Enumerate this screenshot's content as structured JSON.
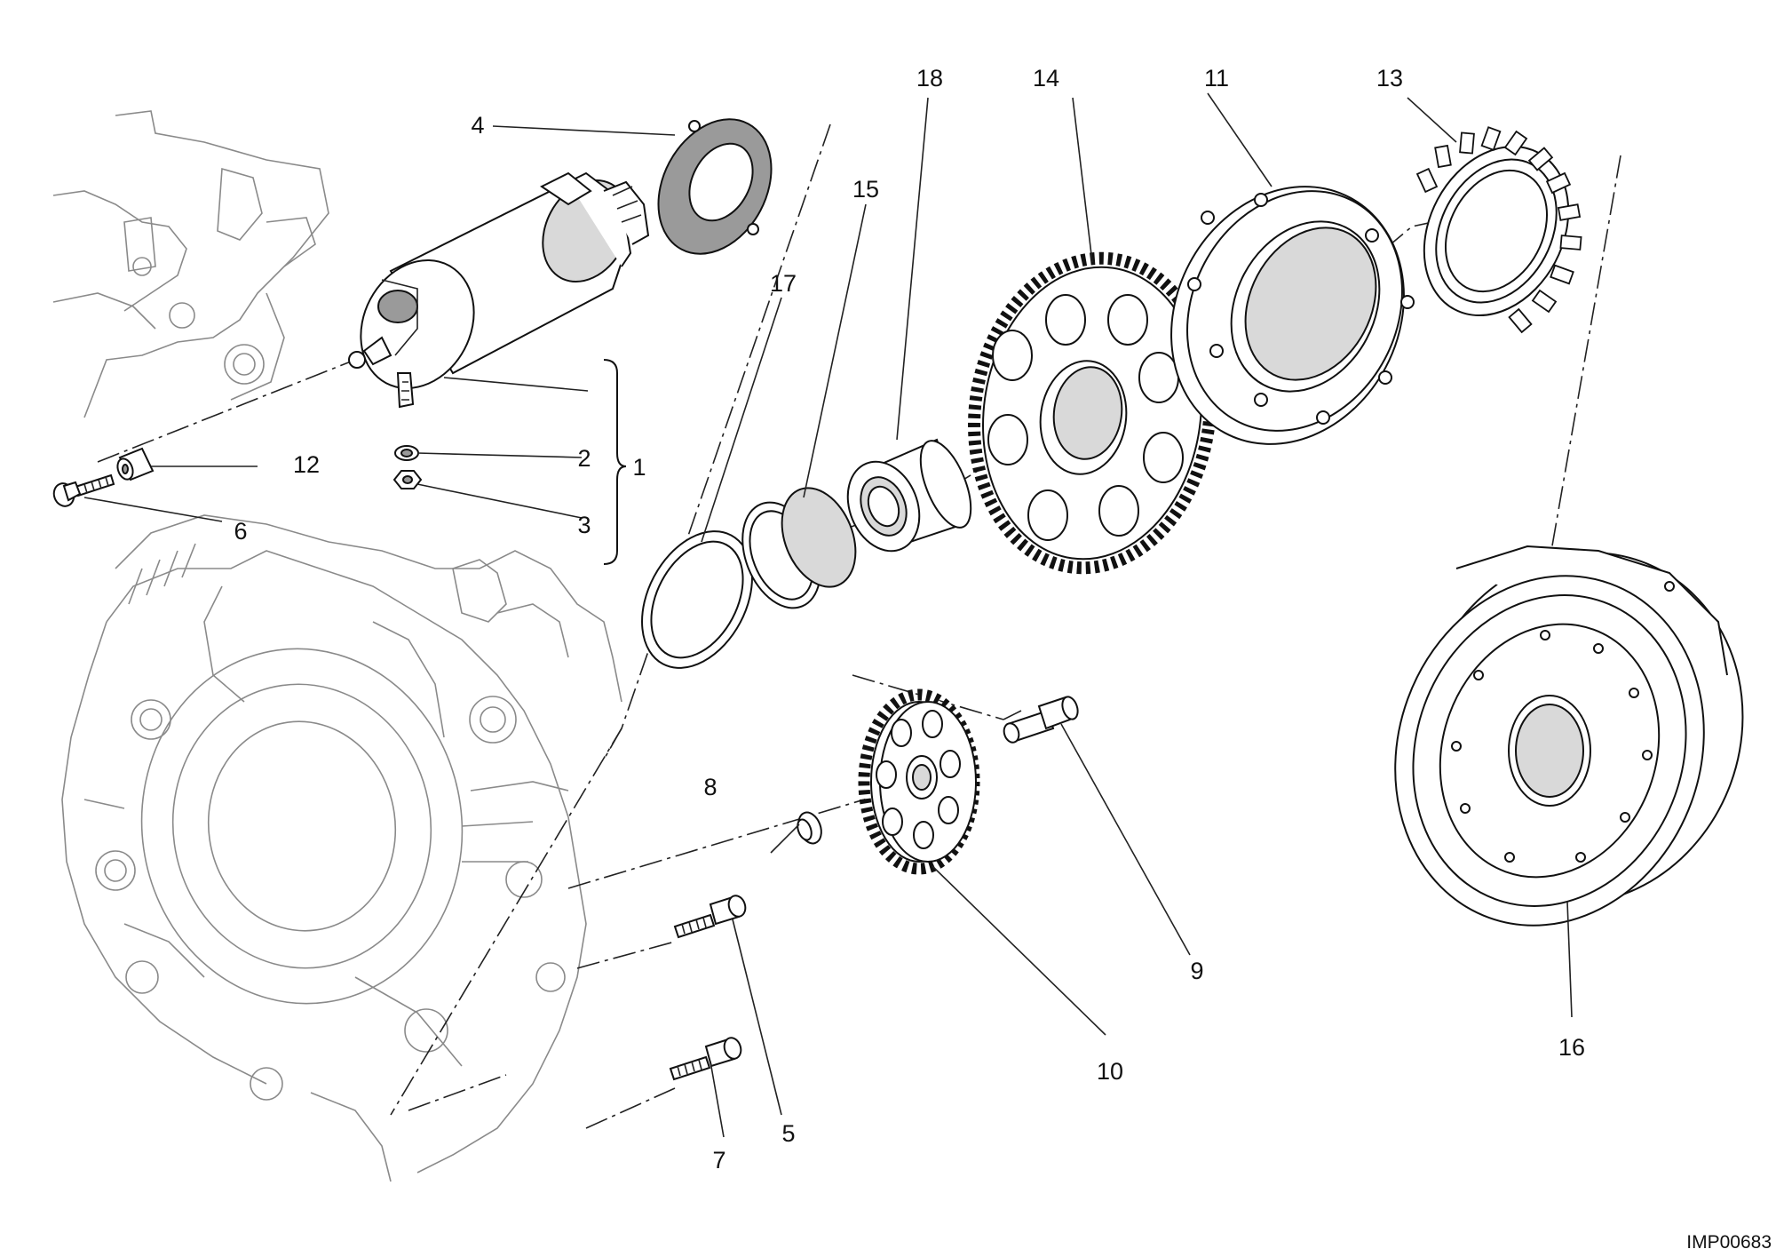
{
  "diagram": {
    "code": "IMP00683",
    "callouts": [
      {
        "id": "c1",
        "text": "1"
      },
      {
        "id": "c2",
        "text": "2"
      },
      {
        "id": "c3",
        "text": "3"
      },
      {
        "id": "c4",
        "text": "4"
      },
      {
        "id": "c5",
        "text": "5"
      },
      {
        "id": "c6",
        "text": "6"
      },
      {
        "id": "c7",
        "text": "7"
      },
      {
        "id": "c8",
        "text": "8"
      },
      {
        "id": "c9",
        "text": "9"
      },
      {
        "id": "c10",
        "text": "10"
      },
      {
        "id": "c11",
        "text": "11"
      },
      {
        "id": "c12",
        "text": "12"
      },
      {
        "id": "c13",
        "text": "13"
      },
      {
        "id": "c14",
        "text": "14"
      },
      {
        "id": "c15",
        "text": "15"
      },
      {
        "id": "c16",
        "text": "16"
      },
      {
        "id": "c17",
        "text": "17"
      },
      {
        "id": "c18",
        "text": "18"
      }
    ]
  }
}
